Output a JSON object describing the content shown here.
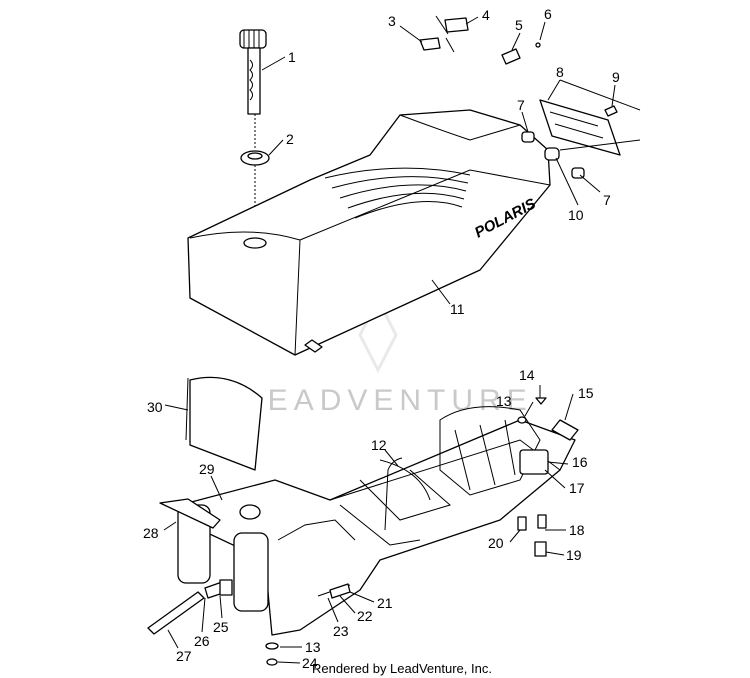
{
  "diagram": {
    "seat_brand": "POLARIS",
    "watermark": "LEADVENTURE",
    "credit": "Rendered by LeadVenture, Inc.",
    "callouts": [
      "1",
      "2",
      "3",
      "4",
      "5",
      "6",
      "7",
      "8",
      "9",
      "7",
      "10",
      "11",
      "13",
      "14",
      "15",
      "12",
      "16",
      "17",
      "30",
      "29",
      "28",
      "18",
      "20",
      "19",
      "21",
      "22",
      "23",
      "25",
      "26",
      "27",
      "13",
      "24"
    ]
  }
}
